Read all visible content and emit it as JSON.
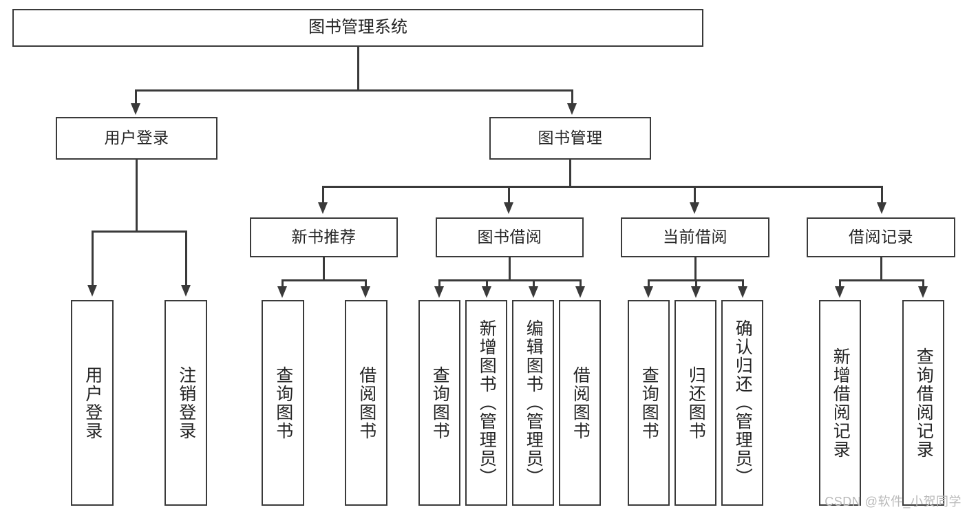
{
  "diagram": {
    "type": "tree",
    "title": "图书管理系统",
    "root": {
      "label": "图书管理系统"
    },
    "level2": [
      {
        "label": "用户登录"
      },
      {
        "label": "图书管理"
      }
    ],
    "level3": [
      {
        "label": "新书推荐"
      },
      {
        "label": "图书借阅"
      },
      {
        "label": "当前借阅"
      },
      {
        "label": "借阅记录"
      }
    ],
    "leaves": {
      "user_login": [
        {
          "label": "用户登录"
        },
        {
          "label": "注销登录"
        }
      ],
      "new_book": [
        {
          "label": "查询图书"
        },
        {
          "label": "借阅图书"
        }
      ],
      "book_borrow": [
        {
          "label": "查询图书"
        },
        {
          "label": "新增图书（管理员）"
        },
        {
          "label": "编辑图书（管理员）"
        },
        {
          "label": "借阅图书"
        }
      ],
      "current_borrow": [
        {
          "label": "查询图书"
        },
        {
          "label": "归还图书"
        },
        {
          "label": "确认归还（管理员）"
        }
      ],
      "borrow_record": [
        {
          "label": "新增借阅记录"
        },
        {
          "label": "查询借阅记录"
        }
      ]
    }
  },
  "watermark": {
    "text": "CSDN @软件_小贺同学"
  },
  "colors": {
    "stroke": "#3a3a3a",
    "text": "#242424",
    "background": "#ffffff",
    "watermark": "#b9b9b9"
  }
}
